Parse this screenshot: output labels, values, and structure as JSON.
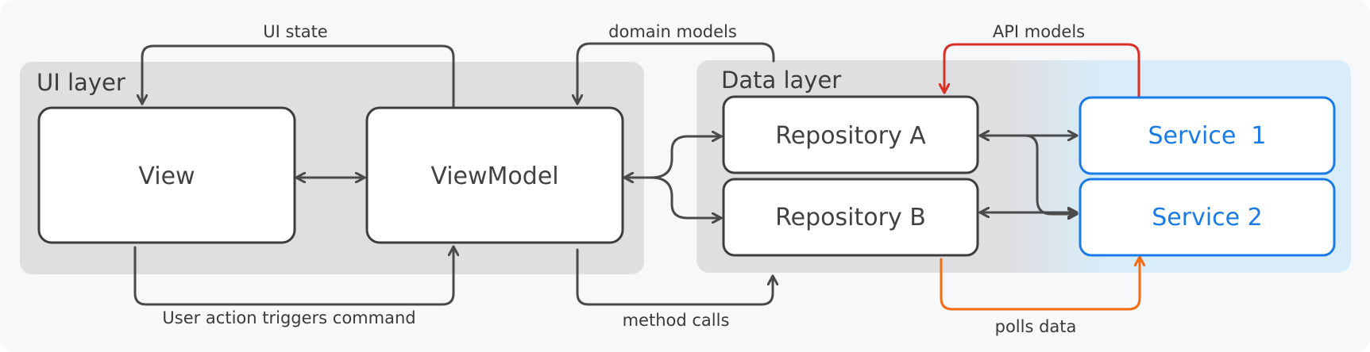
{
  "regions": {
    "ui_layer": "UI layer",
    "data_layer": "Data layer"
  },
  "boxes": {
    "view": "View",
    "viewmodel": "ViewModel",
    "repository_a": "Repository A",
    "repository_b": "Repository B",
    "service_1": "Service  1",
    "service_2": "Service 2"
  },
  "edges": {
    "ui_state": "UI state",
    "user_action": "User action triggers command",
    "domain_models": "domain models",
    "method_calls": "method calls",
    "api_models": "API models",
    "polls_data": "polls data"
  },
  "colors": {
    "canvas": "#f7f8fa",
    "region_grey": "#dedfe1",
    "service_band": "#d8edf9",
    "box_fill": "#ffffff",
    "box_stroke": "#3d3d3d",
    "service_stroke": "#1a7ae6",
    "connector": "#4a4a4a",
    "api_models_arrow": "#d93025",
    "polls_data_arrow": "#f26c13"
  }
}
